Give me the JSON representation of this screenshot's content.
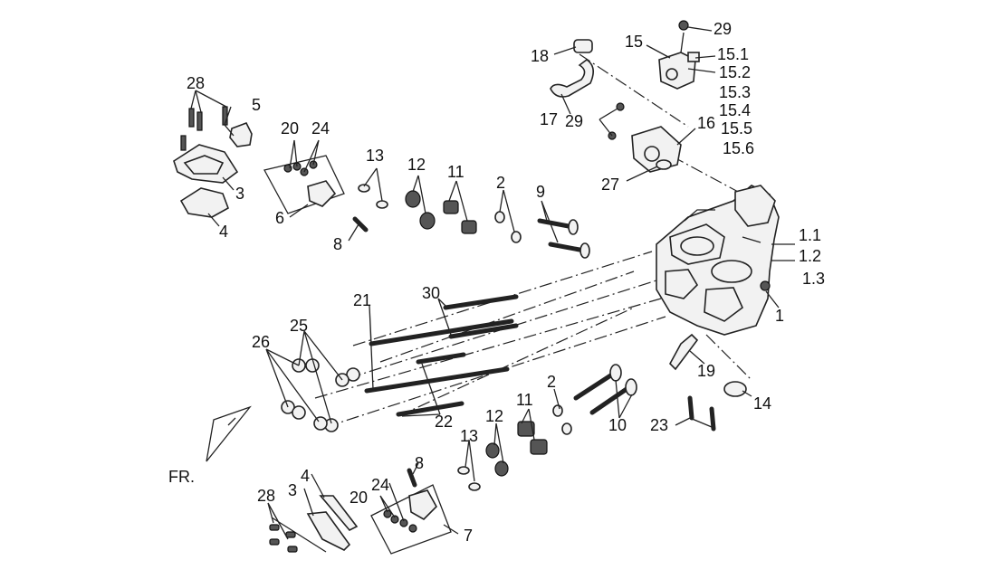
{
  "diagram": {
    "front_marker": "FR.",
    "labels": {
      "l1": "1",
      "l1_1": "1.1",
      "l1_2": "1.2",
      "l1_3": "1.3",
      "l2a": "2",
      "l2b": "2",
      "l3a": "3",
      "l3b": "3",
      "l4a": "4",
      "l4b": "4",
      "l5": "5",
      "l6": "6",
      "l7": "7",
      "l8a": "8",
      "l8b": "8",
      "l9": "9",
      "l10": "10",
      "l11a": "11",
      "l11b": "11",
      "l12a": "12",
      "l12b": "12",
      "l13a": "13",
      "l13b": "13",
      "l14": "14",
      "l15": "15",
      "l15_1": "15.1",
      "l15_2": "15.2",
      "l15_3": "15.3",
      "l15_4": "15.4",
      "l15_5": "15.5",
      "l15_6": "15.6",
      "l16": "16",
      "l17": "17",
      "l18": "18",
      "l19": "19",
      "l20a": "20",
      "l20b": "20",
      "l21": "21",
      "l22": "22",
      "l23": "23",
      "l24a": "24",
      "l24b": "24",
      "l25": "25",
      "l26": "26",
      "l27": "27",
      "l28a": "28",
      "l28b": "28",
      "l29a": "29",
      "l29b": "29",
      "l30": "30"
    }
  }
}
